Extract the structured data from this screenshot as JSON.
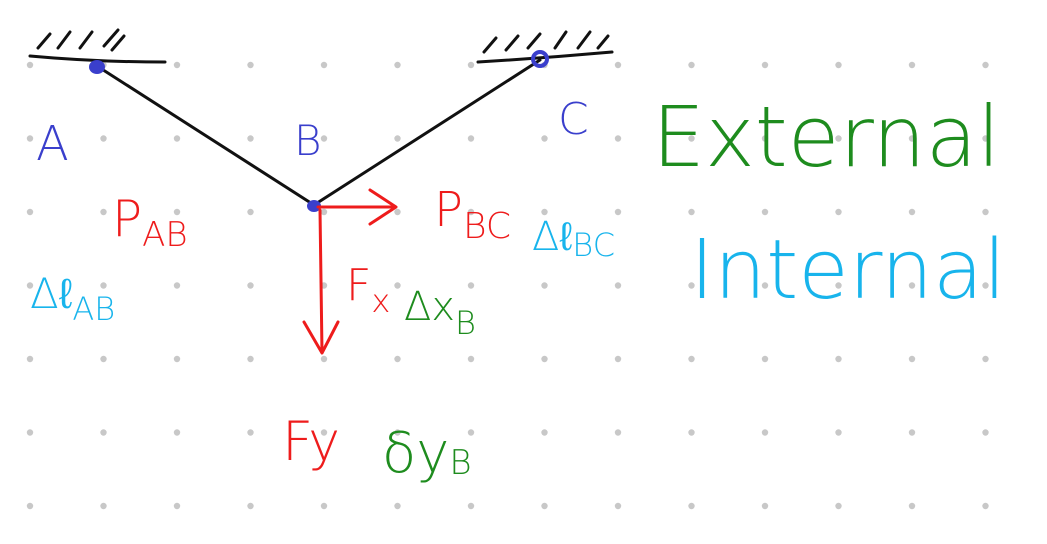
{
  "nodes": {
    "a": "A",
    "b": "B",
    "c": "C"
  },
  "forces": {
    "p_ab": "P",
    "p_ab_sub": "AB",
    "p_bc": "P",
    "p_bc_sub": "BC",
    "fx": "F",
    "fx_sub": "x",
    "fy": "Fy"
  },
  "deformations": {
    "dl_ab": "Δℓ",
    "dl_ab_sub": "AB",
    "dl_bc": "Δℓ",
    "dl_bc_sub": "BC",
    "dx_b": "Δx",
    "dx_b_sub": "B",
    "dy_b": "δy",
    "dy_b_sub": "B"
  },
  "legend": {
    "external": "External",
    "internal": "Internal"
  },
  "colors": {
    "node": "#3a3fcc",
    "force": "#ee1c1c",
    "internal": "#18b4ec",
    "external": "#1e8c1e",
    "structure": "#111111",
    "grid_dot": "#c8c8c8"
  }
}
